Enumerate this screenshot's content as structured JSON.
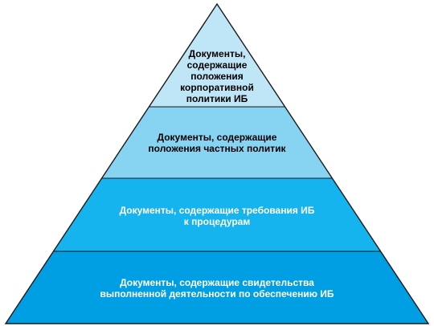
{
  "pyramid": {
    "colors": {
      "tier1": "#bfe6f7",
      "tier2": "#87d3f2",
      "tier3": "#15b4ee",
      "tier4": "#009fe3",
      "outline": "#1a1a1a",
      "text_dark": "#000000",
      "text_light": "#ffffff"
    },
    "tiers": [
      {
        "label": "Документы,\nсодержащие\nположения\nкорпоративной\nполитики ИБ"
      },
      {
        "label": "Документы, содержащие\nположения частных политик"
      },
      {
        "label": "Документы, содержащие требования ИБ\nк процедурам"
      },
      {
        "label": "Документы, содержащие свидетельства\nвыполненной деятельности по обеспечению ИБ"
      }
    ]
  }
}
